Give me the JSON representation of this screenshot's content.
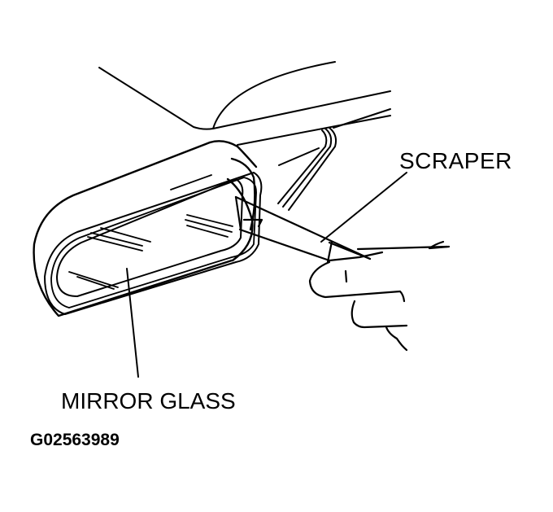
{
  "figure": {
    "labels": {
      "scraper": "SCRAPER",
      "mirror_glass": "MIRROR GLASS"
    },
    "figure_id": "G02563989",
    "colors": {
      "line": "#000000",
      "background": "#ffffff"
    }
  }
}
